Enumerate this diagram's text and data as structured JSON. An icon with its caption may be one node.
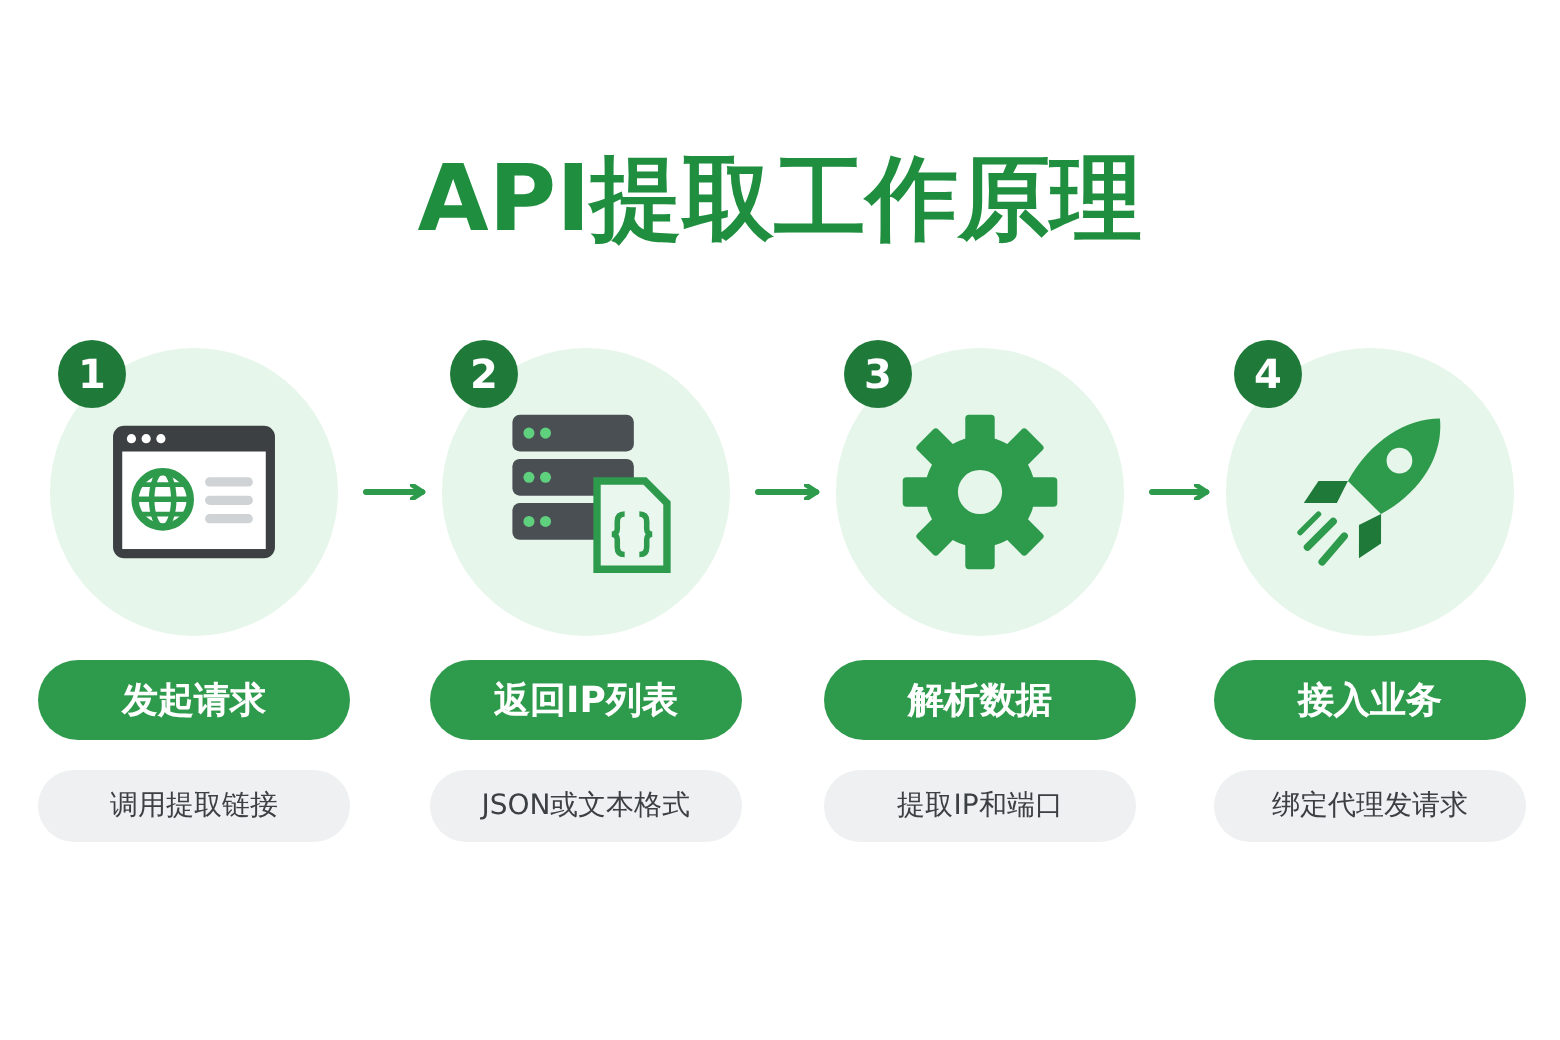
{
  "diagram": {
    "title": "API提取工作原理",
    "nodes": [
      {
        "text": [
          "1"
        ]
      },
      {
        "text": [],
        "shape": "circle"
      },
      {
        "text": [
          "发起请求"
        ]
      },
      {
        "text": [
          "调用提取链接"
        ]
      },
      {
        "text": [
          "2"
        ]
      },
      {
        "text": [],
        "shape": "circle"
      },
      {
        "text": [
          "返回IP列表"
        ]
      },
      {
        "text": [
          "JSON或文本格式"
        ]
      },
      {
        "text": [
          "3"
        ]
      },
      {
        "text": [],
        "shape": "circle"
      },
      {
        "text": [
          "解析数据"
        ]
      },
      {
        "text": [
          "提取IP和端口"
        ]
      },
      {
        "text": [
          "4"
        ]
      },
      {
        "text": [],
        "shape": "circle"
      },
      {
        "text": [
          "接入业务"
        ]
      },
      {
        "text": [
          "绑定代理发请求"
        ]
      }
    ],
    "edges": [
      {
        "from": 1,
        "to": 5,
        "arrow": "to"
      },
      {
        "from": 5,
        "to": 9,
        "arrow": "to"
      },
      {
        "from": 9,
        "to": 13,
        "arrow": "to"
      }
    ]
  }
}
